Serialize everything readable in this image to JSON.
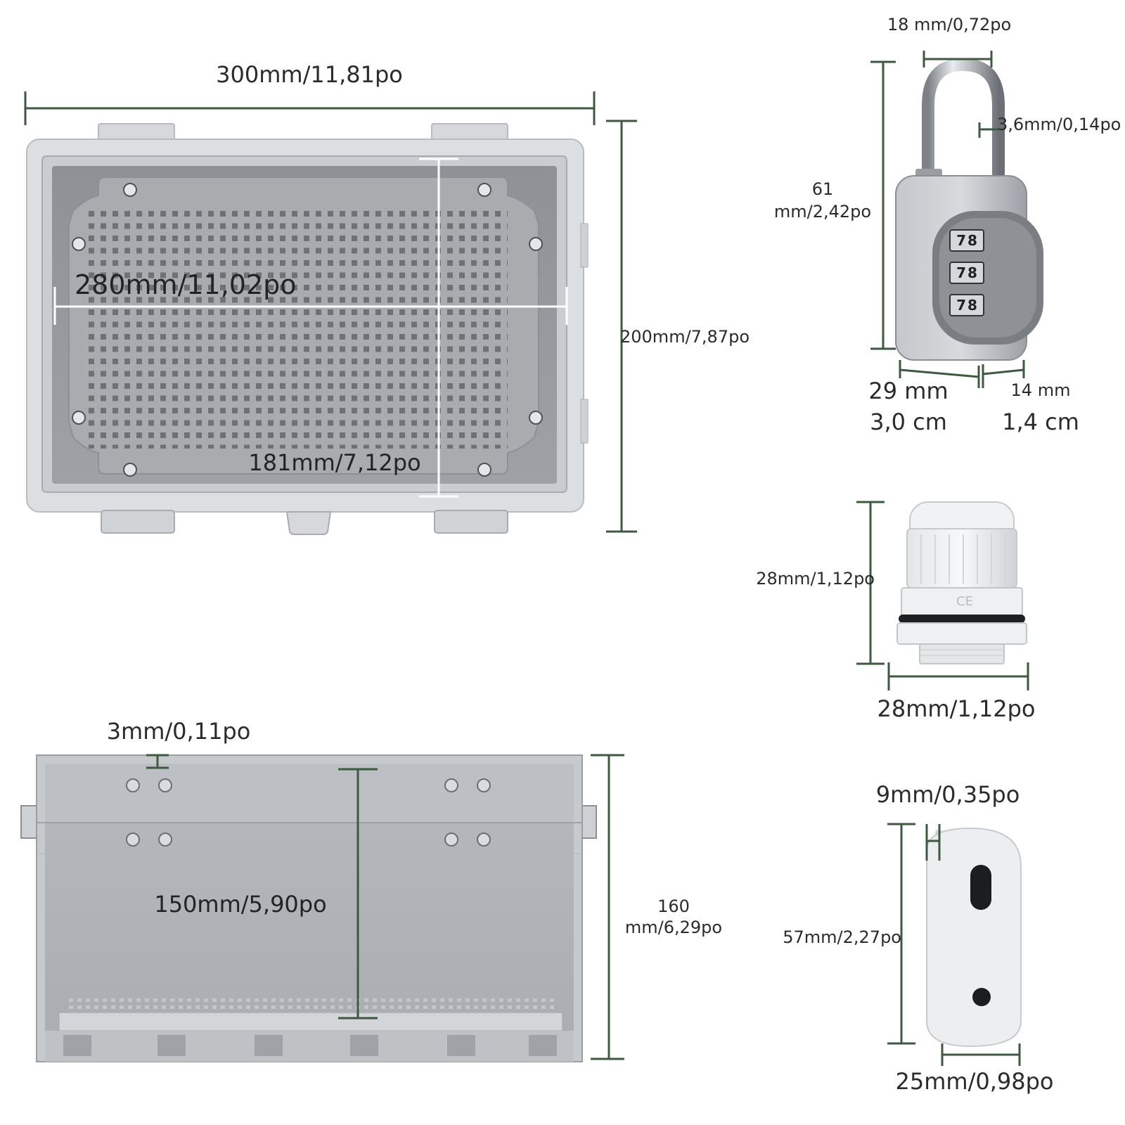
{
  "enclosure_top": {
    "width_label": "300mm/11,81po",
    "inner_width_label": "280mm/11,02po",
    "inner_height_label": "181mm/7,12po",
    "height_label": "200mm/7,87po"
  },
  "enclosure_side": {
    "wall_label": "3mm/0,11po",
    "inner_depth_label": "150mm/5,90po",
    "depth_label_line1": "160",
    "depth_label_line2": "mm/6,29po"
  },
  "padlock": {
    "shackle_width_label": "18 mm/0,72po",
    "shackle_diameter_label": "3,6mm/0,14po",
    "height_label_line1": "61",
    "height_label_line2": "mm/2,42po",
    "body_width_mm": "29 mm",
    "body_width_cm": "3,0 cm",
    "body_depth_mm": "14 mm",
    "body_depth_cm": "1,4 cm",
    "dial_digits": [
      "7",
      "8"
    ]
  },
  "cable_gland": {
    "height_label": "28mm/1,12po",
    "width_label": "28mm/1,12po",
    "mark": "CE"
  },
  "mount_bracket": {
    "thickness_label": "9mm/0,35po",
    "height_label": "57mm/2,27po",
    "width_label": "25mm/0,98po"
  },
  "colors": {
    "dimension_line": "#3b5a3e",
    "enclosure_frame": "#d9dcdf",
    "mounting_plate": "#a3a6a9",
    "inner_dimension_line": "#ffffff"
  }
}
